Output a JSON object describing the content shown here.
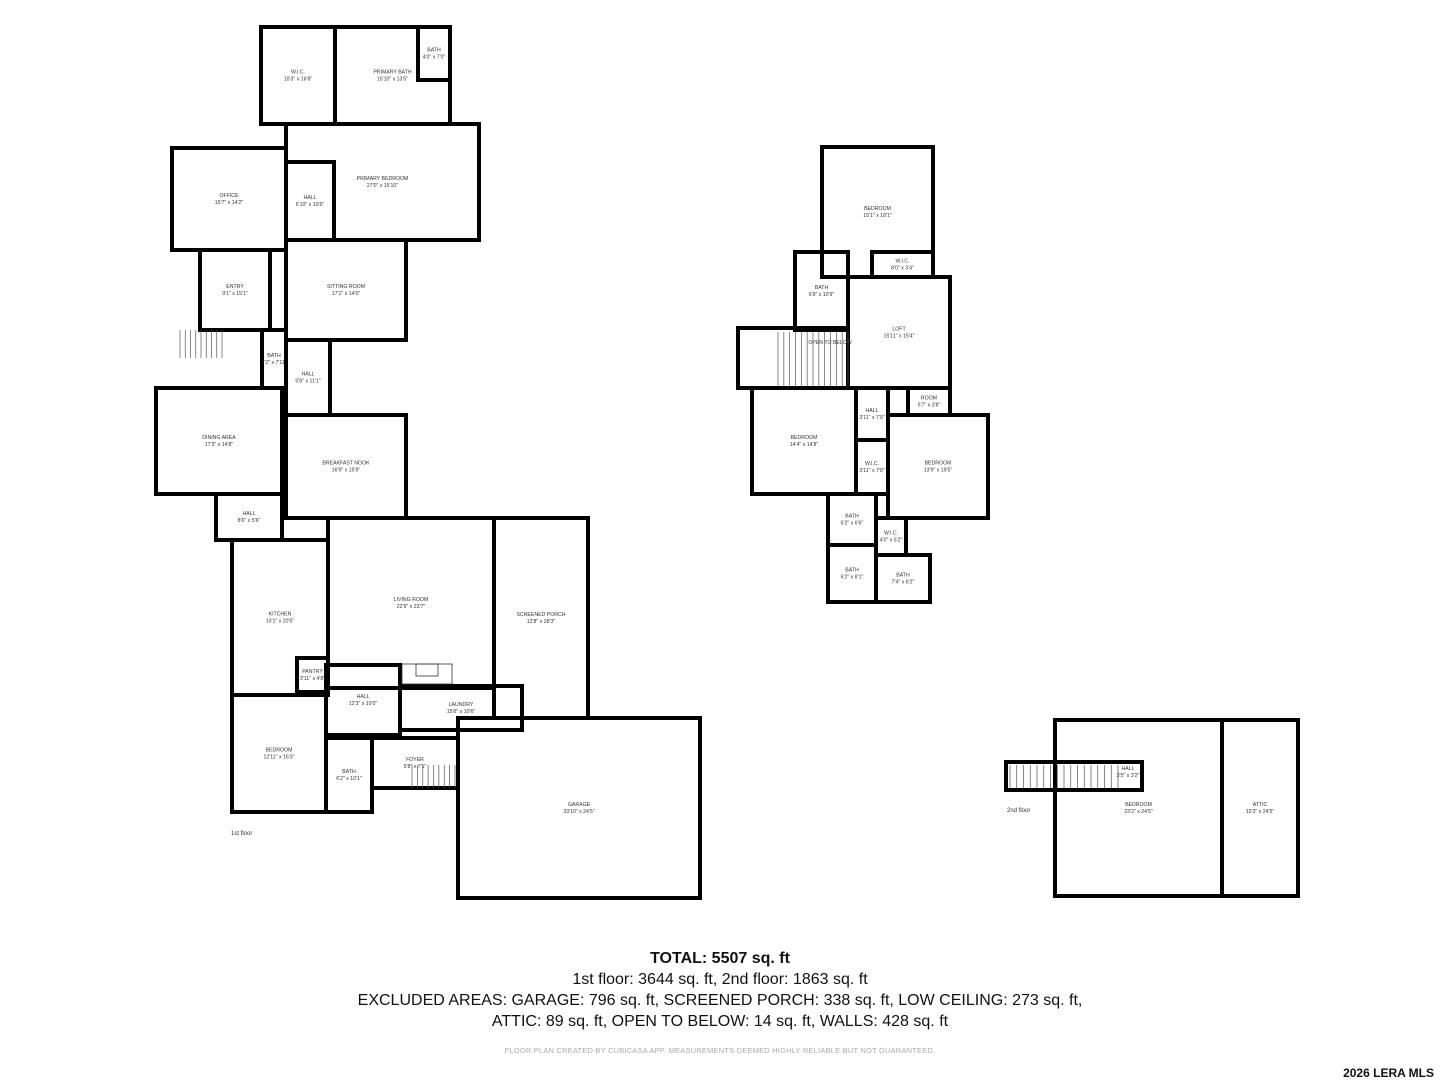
{
  "floors": [
    {
      "label": "1st floor",
      "rooms": [
        {
          "name": "W.I.C.",
          "dims": "10'3\" x 16'8\""
        },
        {
          "name": "PRIMARY BATH",
          "dims": "15'10\" x 13'5\""
        },
        {
          "name": "BATH",
          "dims": "4'0\" x 7'0\""
        },
        {
          "name": "PRIMARY BEDROOM",
          "dims": "27'0\" x 15'10\""
        },
        {
          "name": "OFFICE",
          "dims": "15'7\" x 14'2\""
        },
        {
          "name": "HALL",
          "dims": "6'10\" x 10'6\""
        },
        {
          "name": "ENTRY",
          "dims": "9'1\" x 15'1\""
        },
        {
          "name": "SITTING ROOM",
          "dims": "17'1\" x 14'0\""
        },
        {
          "name": "BATH",
          "dims": "7'2\" x 7'11\""
        },
        {
          "name": "HALL",
          "dims": "5'8\" x 11'1\""
        },
        {
          "name": "DINING AREA",
          "dims": "17'3\" x 14'8\""
        },
        {
          "name": "BREAKFAST NOOK",
          "dims": "16'9\" x 15'9\""
        },
        {
          "name": "HALL",
          "dims": "8'6\" x 5'6\""
        },
        {
          "name": "KITCHEN",
          "dims": "13'1\" x 20'5\""
        },
        {
          "name": "LIVING ROOM",
          "dims": "22'9\" x 23'7\""
        },
        {
          "name": "SCREENED PORCH",
          "dims": "12'8\" x 28'3\""
        },
        {
          "name": "PANTRY",
          "dims": "3'11\" x 4'8\""
        },
        {
          "name": "BEDROOM",
          "dims": "12'11\" x 16'3\""
        },
        {
          "name": "HALL",
          "dims": "12'3\" x 10'0\""
        },
        {
          "name": "LAUNDRY",
          "dims": "15'6\" x 10'6\""
        },
        {
          "name": "BATH",
          "dims": "6'2\" x 10'1\""
        },
        {
          "name": "FOYER",
          "dims": "5'8\" x 7'1\""
        },
        {
          "name": "GARAGE",
          "dims": "33'10\" x 24'5\""
        }
      ]
    },
    {
      "label": "2nd floor",
      "rooms": [
        {
          "name": "BEDROOM",
          "dims": "15'1\" x 18'1\""
        },
        {
          "name": "W.I.C.",
          "dims": "8'0\" x 3'4\""
        },
        {
          "name": "BATH",
          "dims": "6'9\" x 10'9\""
        },
        {
          "name": "LOFT",
          "dims": "15'11\" x 15'4\""
        },
        {
          "name": "OPEN TO BELOW",
          "dims": ""
        },
        {
          "name": "BEDROOM",
          "dims": "14'4\" x 14'8\""
        },
        {
          "name": "HALL",
          "dims": "3'11\" x 7'9\""
        },
        {
          "name": "ROOM",
          "dims": "5'7\" x 3'8\""
        },
        {
          "name": "W.I.C.",
          "dims": "3'11\" x 7'0\""
        },
        {
          "name": "BEDROOM",
          "dims": "13'9\" x 19'5\""
        },
        {
          "name": "BATH",
          "dims": "6'2\" x 6'6\""
        },
        {
          "name": "W.I.C.",
          "dims": "4'0\" x 5'2\""
        },
        {
          "name": "BATH",
          "dims": "6'2\" x 8'1\""
        },
        {
          "name": "BATH",
          "dims": "7'4\" x 6'2\""
        },
        {
          "name": "HALL",
          "dims": "3'5\" x 3'2\""
        },
        {
          "name": "BEDROOM",
          "dims": "23'2\" x 24'5\""
        },
        {
          "name": "ATTIC",
          "dims": "10'3\" x 24'5\""
        }
      ]
    }
  ],
  "summary": {
    "total": "TOTAL: 5507 sq. ft",
    "floors_line": "1st floor: 3644 sq. ft, 2nd floor: 1863 sq. ft",
    "excluded_line1": "EXCLUDED AREAS: GARAGE: 796 sq. ft, SCREENED PORCH: 338 sq. ft, LOW CEILING: 273 sq. ft,",
    "excluded_line2": "ATTIC: 89 sq. ft, OPEN TO BELOW: 14 sq. ft, WALLS: 428 sq. ft",
    "credit": "FLOOR PLAN CREATED BY CUBICASA APP. MEASUREMENTS DEEMED HIGHLY RELIABLE BUT NOT GUARANTEED."
  },
  "watermark": "2026 LERA MLS"
}
